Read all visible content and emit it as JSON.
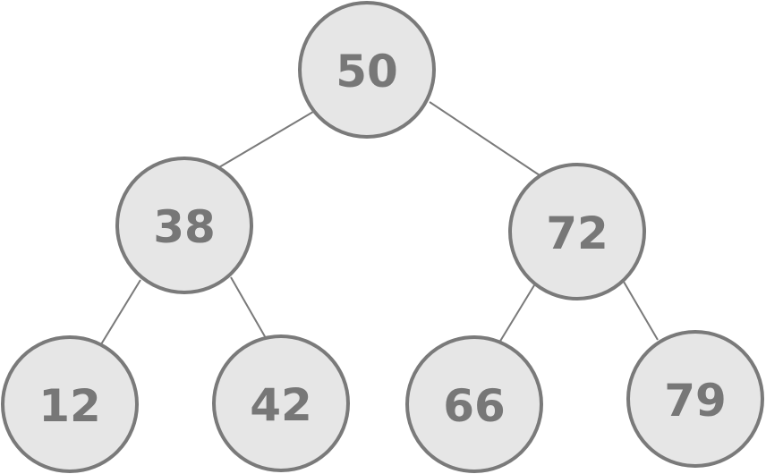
{
  "tree": {
    "root": {
      "label": "50"
    },
    "left": {
      "label": "38"
    },
    "right": {
      "label": "72"
    },
    "left_left": {
      "label": "12"
    },
    "left_right": {
      "label": "42"
    },
    "right_left": {
      "label": "66"
    },
    "right_right": {
      "label": "79"
    }
  },
  "colors": {
    "node_fill": "#e6e6e6",
    "node_stroke": "#7a7a7a",
    "text": "#777777",
    "edge": "#7a7a7a"
  }
}
